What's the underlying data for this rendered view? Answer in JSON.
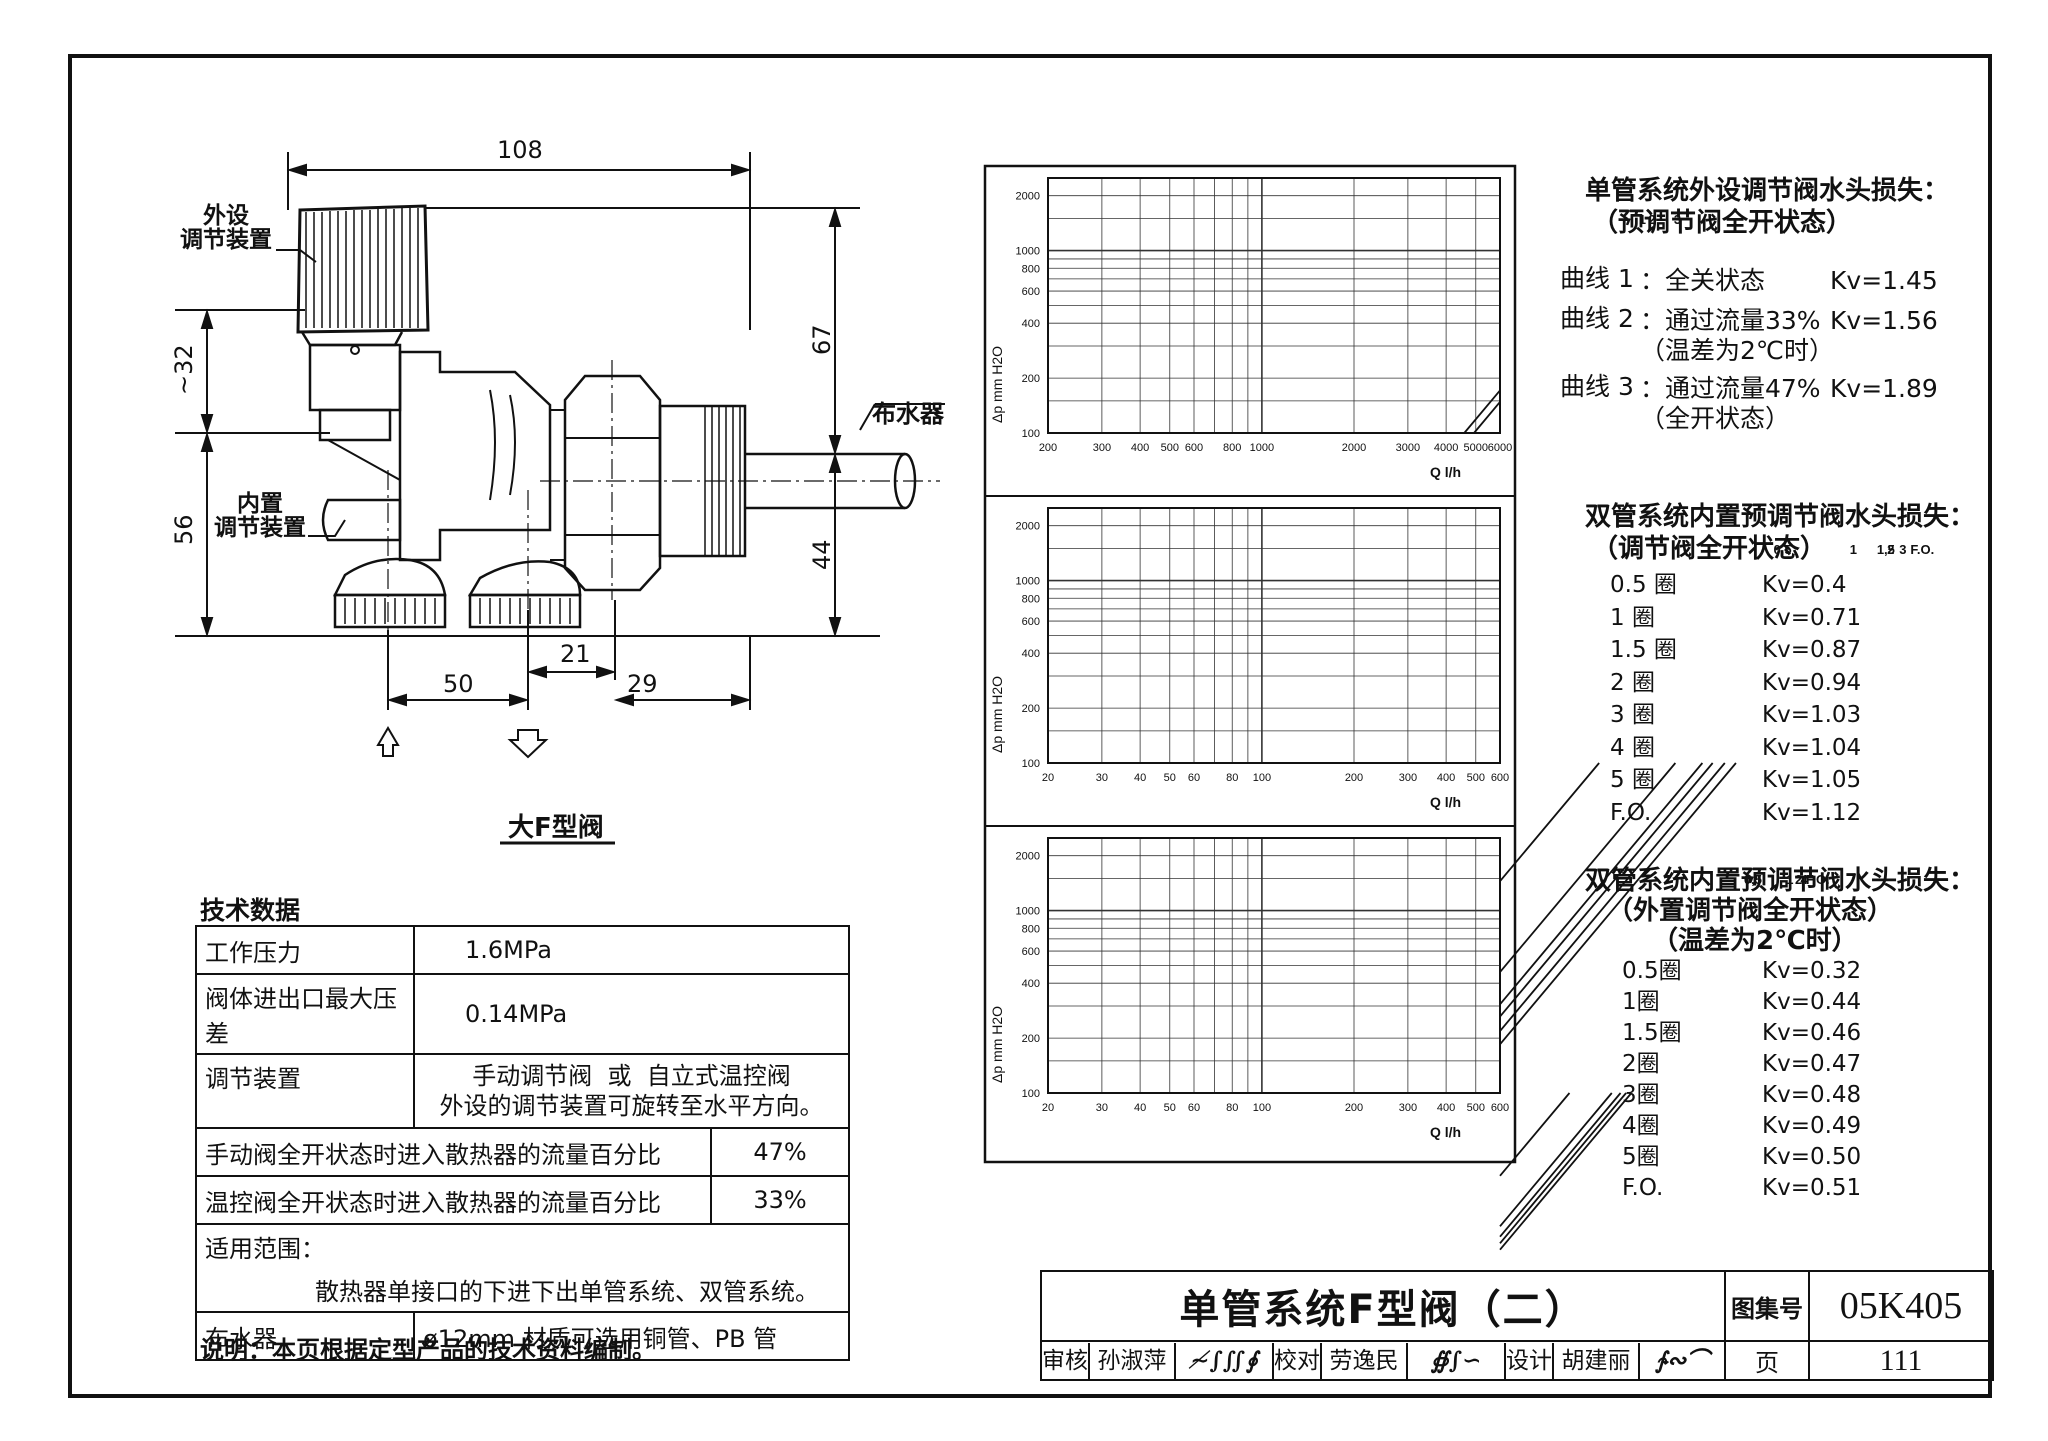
{
  "drawing": {
    "dims": {
      "top": "108",
      "upper_left": "~32",
      "lower_left": "56",
      "right_upper": "67",
      "right_lower": "44",
      "bottom_a": "50",
      "bottom_b": "21",
      "bottom_c": "29"
    },
    "labels": {
      "external": "外设\n调节装置",
      "internal": "内置\n调节装置",
      "distributor": "布水器"
    },
    "caption": "大F型阀"
  },
  "tech": {
    "title": "技术数据",
    "rows": [
      {
        "label": "工作压力",
        "value": "1.6MPa"
      },
      {
        "label": "阀体进出口最大压差",
        "value": "0.14MPa"
      },
      {
        "label": "调节装置",
        "value": "手动调节阀  或  自立式温控阀\n外设的调节装置可旋转至水平方向。"
      },
      {
        "label": "手动阀全开状态时进入散热器的流量百分比",
        "value": "47%"
      },
      {
        "label": "温控阀全开状态时进入散热器的流量百分比",
        "value": "33%"
      },
      {
        "label": "适用范围：",
        "value": "散热器单接口的下进下出单管系统、双管系统。"
      },
      {
        "label": "布水器",
        "value": "ø12mm  材质可选用铜管、PB 管"
      }
    ],
    "note": "说明：本页根据定型产品的技术资料编制。"
  },
  "legend1": {
    "title": "单管系统外设调节阀水头损失：",
    "subtitle": "（预调节阀全开状态）",
    "curves": [
      {
        "name": "曲线 1",
        "desc": "：全关状态",
        "kv": "Kv=1.45"
      },
      {
        "name": "曲线 2",
        "desc": "：通过流量33%\n（温差为2℃时）",
        "kv": "Kv=1.56"
      },
      {
        "name": "曲线 3",
        "desc": "：通过流量47%\n（全开状态）",
        "kv": "Kv=1.89"
      }
    ]
  },
  "legend2": {
    "title": "双管系统内置预调节阀水头损失：",
    "subtitle": "（调节阀全开状态）",
    "items": [
      {
        "k": "0.5 圈",
        "v": "Kv=0.4"
      },
      {
        "k": "1 圈",
        "v": "Kv=0.71"
      },
      {
        "k": "1.5 圈",
        "v": "Kv=0.87"
      },
      {
        "k": "2 圈",
        "v": "Kv=0.94"
      },
      {
        "k": "3 圈",
        "v": "Kv=1.03"
      },
      {
        "k": "4 圈",
        "v": "Kv=1.04"
      },
      {
        "k": "5 圈",
        "v": "Kv=1.05"
      },
      {
        "k": "F.O.",
        "v": "Kv=1.12"
      }
    ]
  },
  "legend3": {
    "title": "双管系统内置预调节阀水头损失：",
    "subtitle": "（外置调节阀全开状态）",
    "subtitle2": "（温差为2℃时）",
    "items": [
      {
        "k": "0.5圈",
        "v": "Kv=0.32"
      },
      {
        "k": "1圈",
        "v": "Kv=0.44"
      },
      {
        "k": "1.5圈",
        "v": "Kv=0.46"
      },
      {
        "k": "2圈",
        "v": "Kv=0.47"
      },
      {
        "k": "3圈",
        "v": "Kv=0.48"
      },
      {
        "k": "4圈",
        "v": "Kv=0.49"
      },
      {
        "k": "5圈",
        "v": "Kv=0.50"
      },
      {
        "k": "F.O.",
        "v": "Kv=0.51"
      }
    ]
  },
  "title_block": {
    "title": "单管系统F型阀（二）",
    "atlas_label": "图集号",
    "atlas_no": "05K405",
    "page_label": "页",
    "page_no": "111",
    "roles": [
      {
        "role": "审核",
        "name": "孙淑萍"
      },
      {
        "role": "校对",
        "name": "劳逸民"
      },
      {
        "role": "设计",
        "name": "胡建丽"
      }
    ]
  },
  "charts": [
    {
      "ylabel": "Δp mm H2O",
      "xlabel": "Q    l/h",
      "yticks": [
        100,
        200,
        400,
        600,
        800,
        1000,
        2000
      ],
      "ytick_labels": [
        "100",
        "200",
        "400",
        "600",
        "800",
        "1000",
        "2000"
      ],
      "xlim": [
        200,
        6000
      ],
      "xticks": [
        200,
        300,
        400,
        500,
        600,
        800,
        1000,
        2000,
        3000,
        4000,
        5000,
        6000
      ],
      "xtick_labels": [
        "200",
        "300",
        "400",
        "500",
        "600",
        "800",
        "1000",
        "2000",
        "3000",
        "4000",
        "5000",
        "6000"
      ],
      "curves": [
        {
          "label": "1",
          "kv": 1.45
        },
        {
          "label": "2",
          "kv": 1.56
        },
        {
          "label": "3",
          "kv": 1.89
        }
      ]
    },
    {
      "ylabel": "Δp mm H2O",
      "xlabel": "Q    l/h",
      "yticks": [
        100,
        200,
        400,
        600,
        800,
        1000,
        2000
      ],
      "ytick_labels": [
        "100",
        "200",
        "400",
        "600",
        "800",
        "1000",
        "2000"
      ],
      "xlim": [
        20,
        600
      ],
      "xticks": [
        20,
        30,
        40,
        50,
        60,
        80,
        100,
        200,
        300,
        400,
        500,
        600
      ],
      "xtick_labels": [
        "20",
        "30",
        "40",
        "50",
        "60",
        "80",
        "100",
        "200",
        "300",
        "400",
        "500",
        "600"
      ],
      "curves": [
        {
          "label": "0,5",
          "kv": 0.4
        },
        {
          "label": "1",
          "kv": 0.71
        },
        {
          "label": "1,5",
          "kv": 0.87
        },
        {
          "label": "2",
          "kv": 0.94
        },
        {
          "label": "3",
          "kv": 1.03
        },
        {
          "label": "F.O.",
          "kv": 1.12
        }
      ]
    },
    {
      "ylabel": "Δp mm H2O",
      "xlabel": "Q    l/h",
      "yticks": [
        100,
        200,
        400,
        600,
        800,
        1000,
        2000
      ],
      "ytick_labels": [
        "100",
        "200",
        "400",
        "600",
        "800",
        "1000",
        "2000"
      ],
      "xlim": [
        20,
        600
      ],
      "xticks": [
        20,
        30,
        40,
        50,
        60,
        80,
        100,
        200,
        300,
        400,
        500,
        600
      ],
      "xtick_labels": [
        "20",
        "30",
        "40",
        "50",
        "60",
        "80",
        "100",
        "200",
        "300",
        "400",
        "500",
        "600"
      ],
      "curves": [
        {
          "label": "0,5",
          "kv": 0.32
        },
        {
          "label": "1",
          "kv": 0.44
        },
        {
          "label": "2",
          "kv": 0.47
        },
        {
          "label": "4",
          "kv": 0.49
        },
        {
          "label": "F.O.",
          "kv": 0.51
        }
      ]
    }
  ]
}
